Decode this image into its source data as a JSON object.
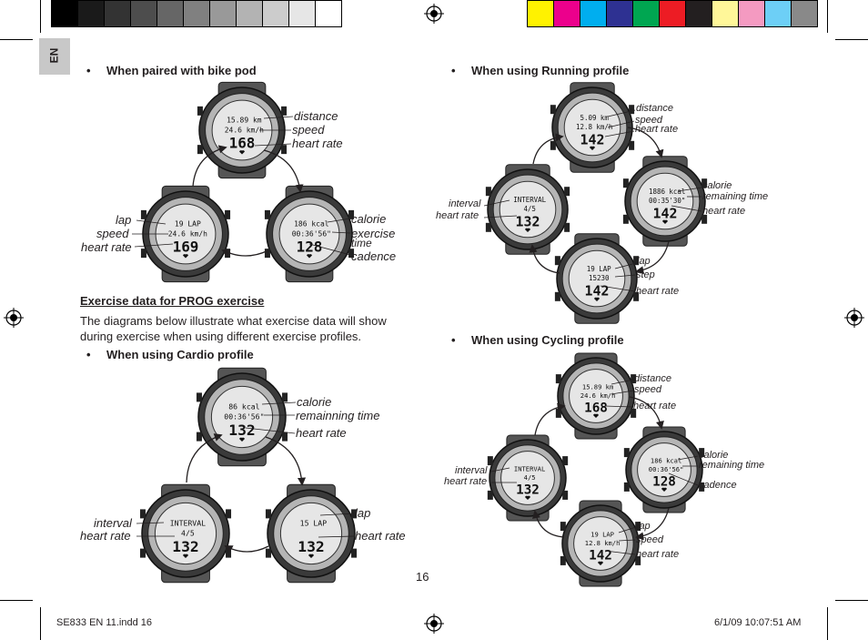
{
  "colors": {
    "grays": [
      "#000000",
      "#1a1a1a",
      "#333333",
      "#4d4d4d",
      "#666666",
      "#808080",
      "#999999",
      "#b3b3b3",
      "#cccccc",
      "#e6e6e6",
      "#ffffff"
    ],
    "process": [
      "#fff200",
      "#ec008c",
      "#00aeef",
      "#2e3192",
      "#00a651",
      "#ed1c24",
      "#231f20",
      "#fff799",
      "#f49ac1",
      "#6dcff6",
      "#898989"
    ]
  },
  "lang_tab": "EN",
  "left": {
    "bike_pod": {
      "heading": "When paired with bike pod",
      "top": {
        "labels": [
          "distance",
          "speed",
          "heart rate"
        ],
        "lcd": [
          "15.89 km",
          "24.6 km/h",
          "168"
        ]
      },
      "left": {
        "labels": [
          "lap",
          "speed",
          "heart rate"
        ],
        "lcd": [
          "19 LAP",
          "24.6 km/h",
          "169"
        ]
      },
      "right": {
        "labels": [
          "calorie",
          "exercise",
          "time",
          "cadence"
        ],
        "lcd": [
          "186 kcal",
          "00:36'56\"",
          "128"
        ]
      }
    },
    "prog": {
      "heading": "Exercise data for PROG exercise",
      "paragraph": "The diagrams below illustrate what exercise data will show during exercise when using different exercise profiles."
    },
    "cardio": {
      "heading": "When using Cardio profile",
      "top": {
        "labels": [
          "calorie",
          "remainning time",
          "heart rate"
        ],
        "lcd": [
          "86 kcal",
          "00:36'56\"",
          "132"
        ]
      },
      "left": {
        "labels": [
          "interval",
          "heart rate"
        ],
        "lcd": [
          "INTERVAL",
          "4/5",
          "132"
        ]
      },
      "right": {
        "labels": [
          "lap",
          "heart rate"
        ],
        "lcd": [
          "15 LAP",
          "",
          "132"
        ]
      }
    }
  },
  "right": {
    "running": {
      "heading": "When using Running profile",
      "top": {
        "labels": [
          "distance",
          "speed",
          "heart rate"
        ],
        "lcd": [
          "5.09 km",
          "12.8 km/h",
          "142"
        ]
      },
      "left": {
        "labels": [
          "interval",
          "heart rate"
        ],
        "lcd": [
          "INTERVAL",
          "4/5",
          "132"
        ]
      },
      "right": {
        "labels": [
          "calorie",
          "remaining time",
          "heart rate"
        ],
        "lcd": [
          "1886 kcal",
          "00:35'30\"",
          "142"
        ]
      },
      "bottom": {
        "labels": [
          "lap",
          "step",
          "heart rate"
        ],
        "lcd": [
          "19 LAP",
          "15230",
          "142"
        ]
      }
    },
    "cycling": {
      "heading": "When using Cycling profile",
      "top": {
        "labels": [
          "distance",
          "speed",
          "heart rate"
        ],
        "lcd": [
          "15.89 km",
          "24.6 km/h",
          "168"
        ]
      },
      "left": {
        "labels": [
          "interval",
          "heart rate"
        ],
        "lcd": [
          "INTERVAL",
          "4/5",
          "132"
        ]
      },
      "right": {
        "labels": [
          "calorie",
          "remaining time",
          "cadence"
        ],
        "lcd": [
          "186 kcal",
          "00:36'56\"",
          "128"
        ]
      },
      "bottom": {
        "labels": [
          "lap",
          "speed",
          "heart rate"
        ],
        "lcd": [
          "19 LAP",
          "12.8 km/h",
          "142"
        ]
      }
    }
  },
  "page_number": "16",
  "footer": {
    "file": "SE833 EN 11.indd   16",
    "timestamp": "6/1/09   10:07:51 AM"
  }
}
